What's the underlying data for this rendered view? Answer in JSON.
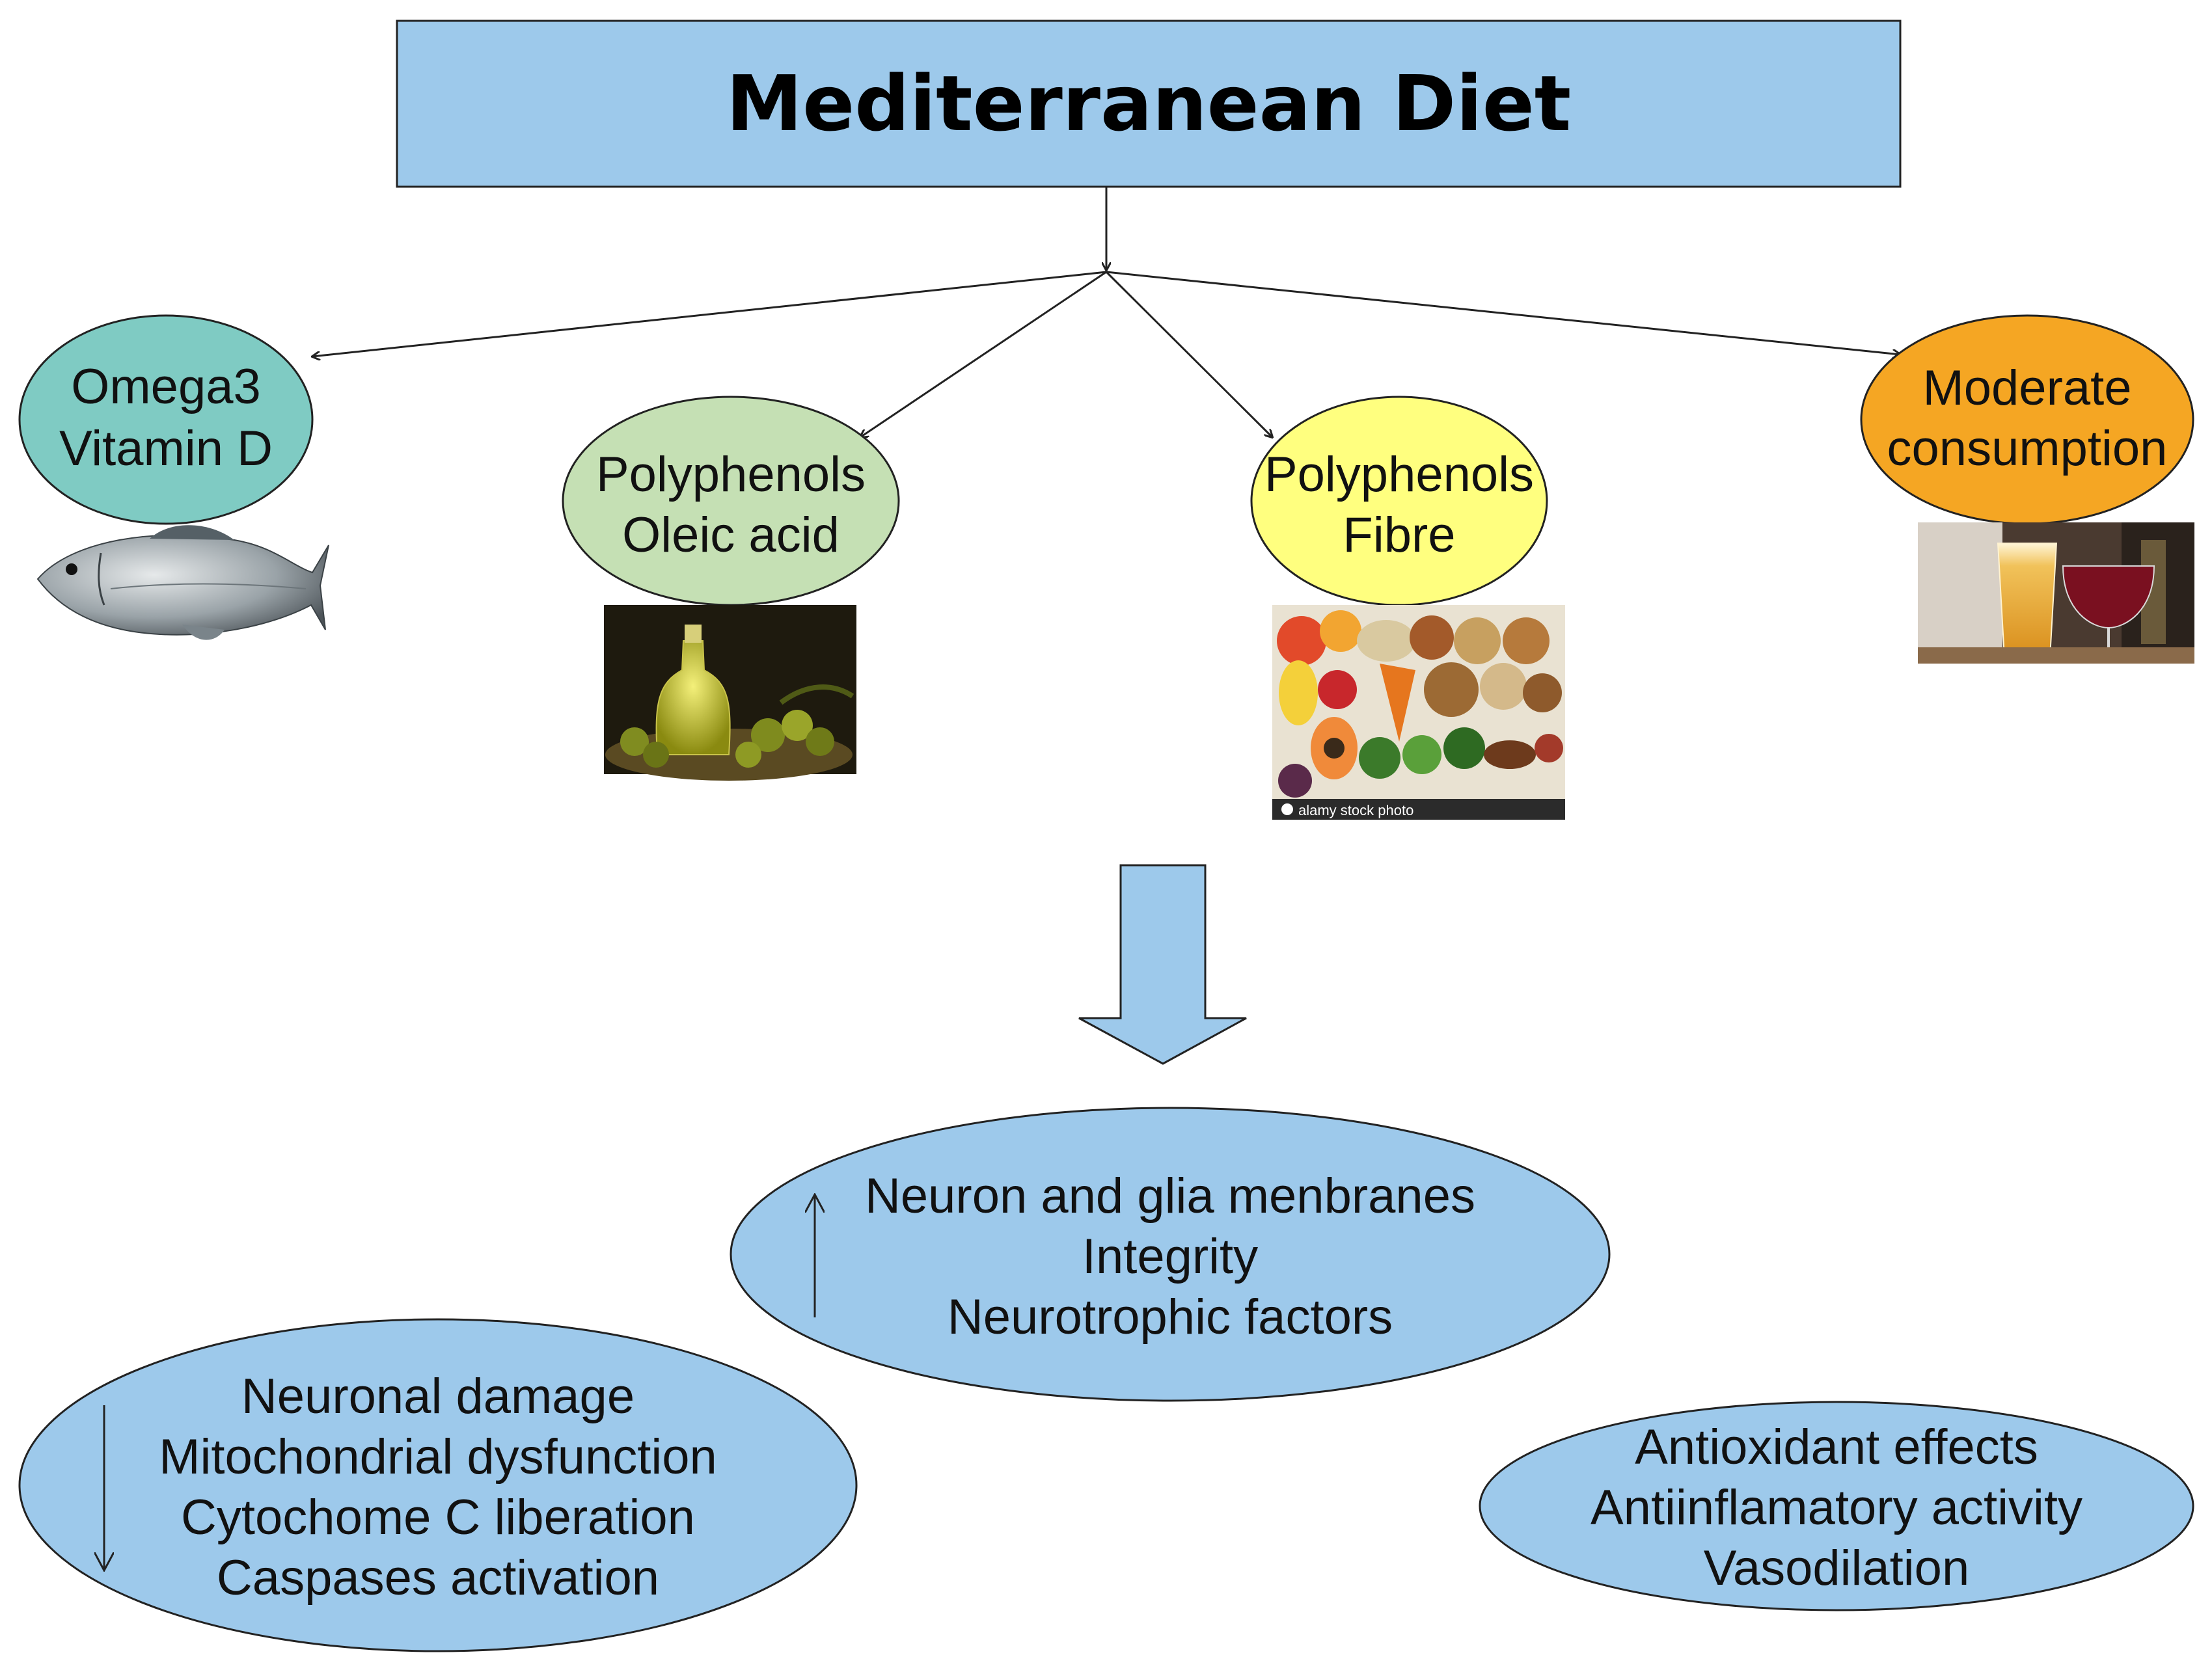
{
  "title": "Mediterranean Diet",
  "nodes": {
    "fish": {
      "line1": "Omega3",
      "line2": "Vitamin D",
      "color": "#7fcbc3",
      "image": "fish"
    },
    "olive": {
      "line1": "Polyphenols",
      "line2": "Oleic acid",
      "color": "#c5e0b4",
      "image": "olive oil bottle and olives"
    },
    "fruit": {
      "line1": "Polyphenols",
      "line2": "Fibre",
      "color": "#ffff7f",
      "image": "fruits, vegetables and grains",
      "watermark": "alamy stock photo"
    },
    "drinks": {
      "line1": "Moderate",
      "line2": "consumption",
      "color": "#f5a623",
      "image": "beer and wine glasses"
    }
  },
  "effects": {
    "increase": {
      "arrow": "up",
      "lines": [
        "Neuron and glia menbranes",
        "Integrity",
        "Neurotrophic factors"
      ]
    },
    "decrease": {
      "arrow": "down",
      "lines": [
        "Neuronal damage",
        "Mitochondrial dysfunction",
        "Cytochome C liberation",
        "Caspases activation"
      ]
    },
    "other": {
      "lines": [
        "Antioxidant effects",
        "Antiinflamatory activity",
        "Vasodilation"
      ]
    }
  },
  "colors": {
    "box_fill": "#9dc9eb",
    "effect_fill": "#9dc9eb",
    "outline": "#222222"
  }
}
